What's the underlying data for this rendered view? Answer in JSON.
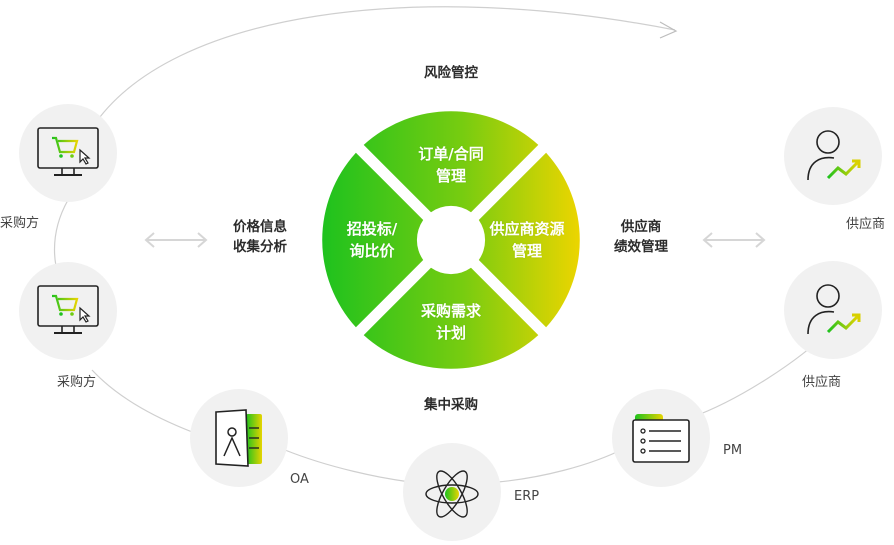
{
  "center": {
    "segments": {
      "top": [
        "订单/合同",
        "管理"
      ],
      "left": [
        "招投标/",
        "询比价"
      ],
      "right": [
        "供应商资源",
        "管理"
      ],
      "bottom": [
        "采购需求",
        "计划"
      ]
    }
  },
  "labels": {
    "risk": "风险管控",
    "centralized": "集中采购",
    "price_info": [
      "价格信息",
      "收集分析"
    ],
    "supplier_perf": [
      "供应商",
      "绩效管理"
    ]
  },
  "nodes": {
    "buyer_top": "采购方",
    "buyer_bottom": "采购方",
    "supplier_top": "供应商",
    "supplier_bottom": "供应商",
    "oa": "OA",
    "erp": "ERP",
    "pm": "PM"
  },
  "colors": {
    "green": "#1ec21e",
    "yellow": "#e9d400",
    "node_bg": "#f1f1f1",
    "line": "#cfcfcf",
    "arrow": "#d6d6d6"
  }
}
